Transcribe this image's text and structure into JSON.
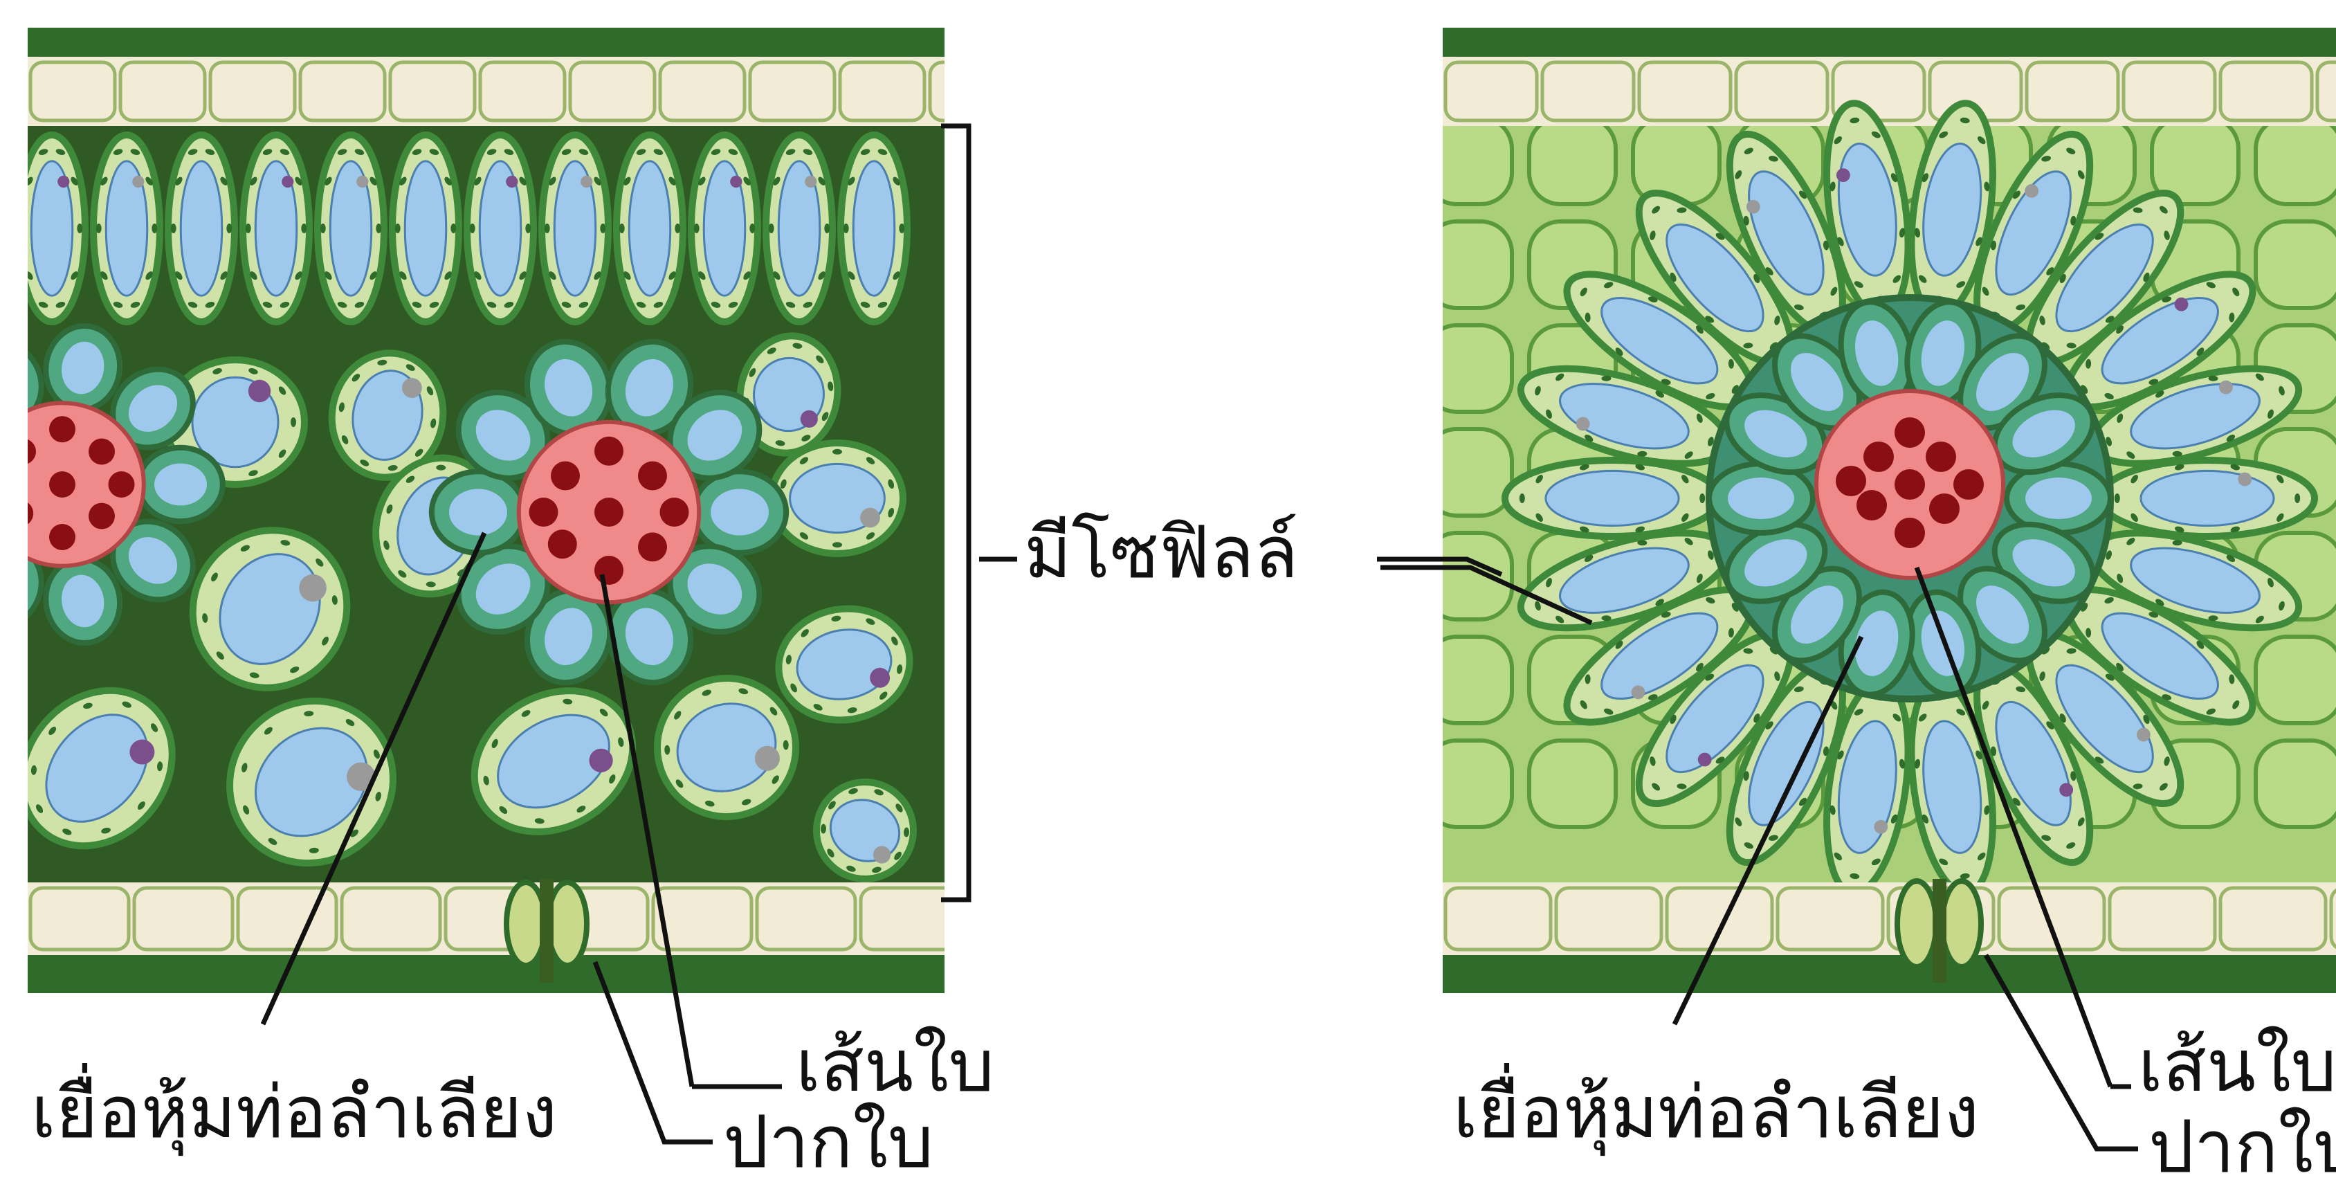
{
  "labels": {
    "mesophyll": "มีโซฟิลล์",
    "left_bundle_sheath": "เยื่อหุ้มท่อลำเลียง",
    "left_vein": "เส้นใบ",
    "left_stomata": "ปากใบ",
    "right_bundle_sheath": "เยื่อหุ้มท่อลำเลียง",
    "right_vein": "เส้นใบ",
    "right_stomata": "ปากใบ"
  },
  "colors": {
    "epidermis_fill": "#f2ecd6",
    "epidermis_band": "#2f6b2a",
    "cell_fill": "#cfe3a8",
    "cell_wall": "#3f8a3a",
    "vacuole": "#9ec9ec",
    "sheath": "#4fa882",
    "vein": "#f08a8a",
    "xylem": "#8a0f14",
    "nucleus_gray": "#9a9a9a",
    "nucleus_purple": "#7a4f8c",
    "right_bg": "#a9cf78"
  }
}
